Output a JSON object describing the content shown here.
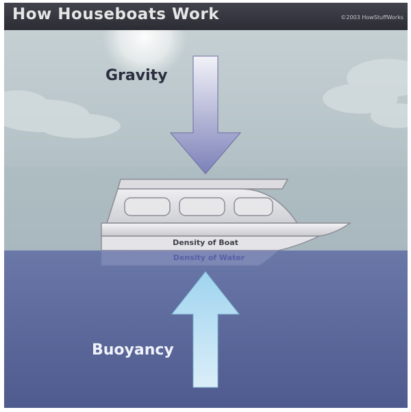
{
  "title": "How Houseboats Work",
  "copyright": "©2003 HowStuffWorks",
  "labels": {
    "gravity": "Gravity",
    "buoyancy": "Buoyancy",
    "boat_density": "Density of Boat",
    "water_density": "Density of Water"
  },
  "colors": {
    "title_bar": "#35363e",
    "sky": "#b9c6cc",
    "water": "#5f6b9e",
    "gravity_arrow": "#8a8fc2",
    "buoyancy_arrow": "#9ad0ec",
    "boat_hull": "#d9d9dc"
  }
}
